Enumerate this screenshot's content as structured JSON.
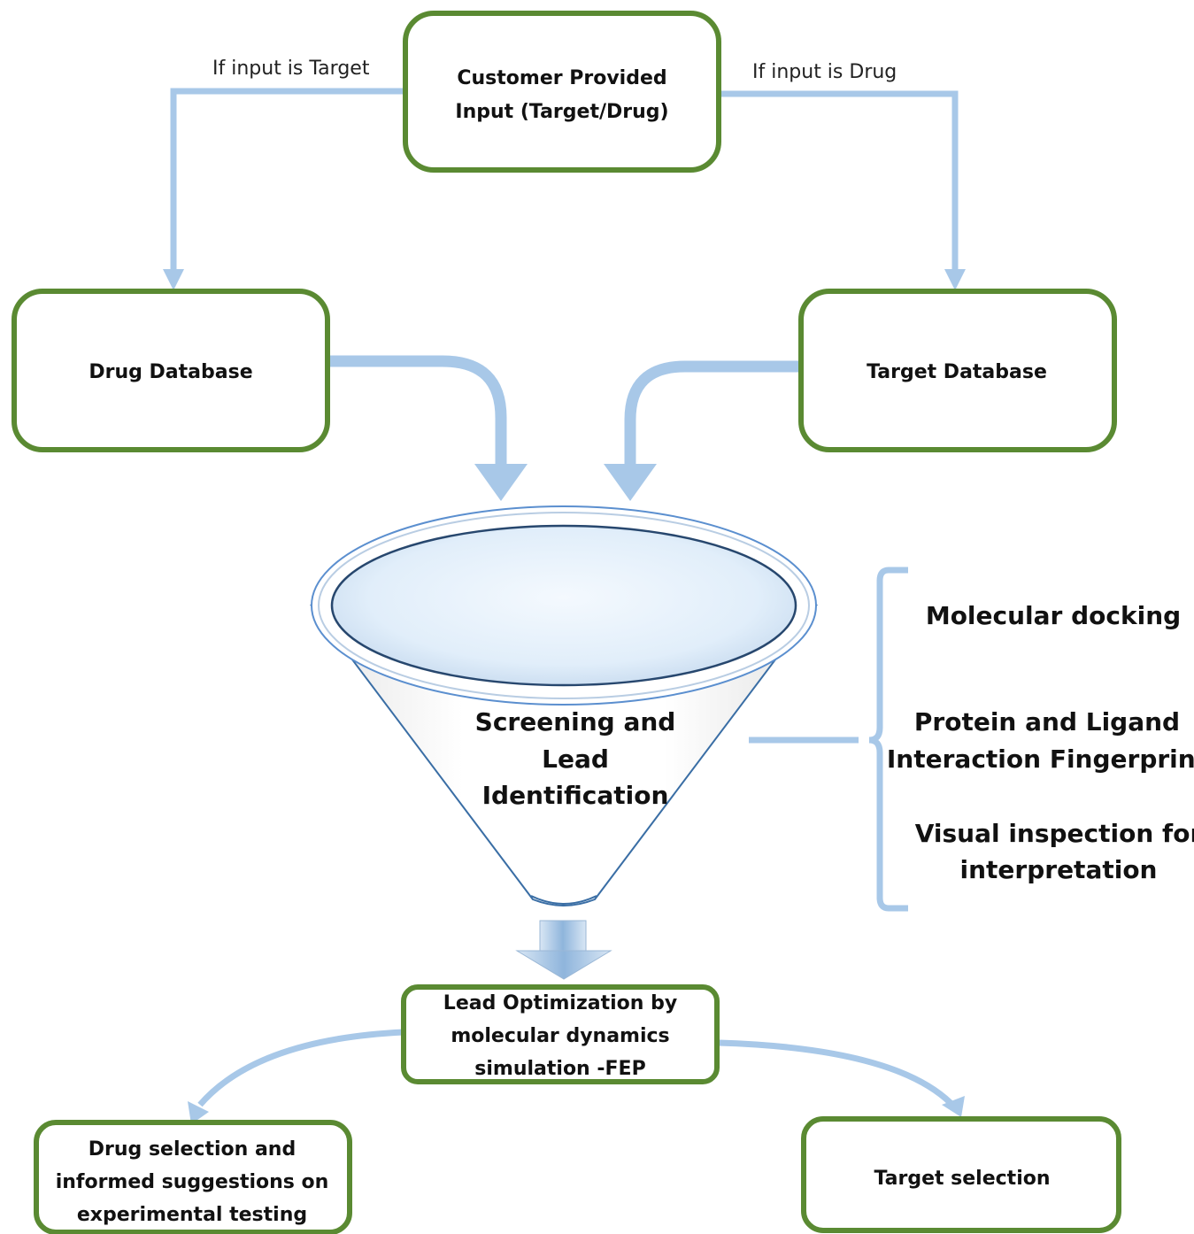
{
  "nodes": {
    "input": {
      "lines": [
        "Customer Provided",
        "Input (Target/Drug)"
      ]
    },
    "drug_db": {
      "lines": [
        "Drug Database"
      ]
    },
    "target_db": {
      "lines": [
        "Target Database"
      ]
    },
    "lead_opt": {
      "lines": [
        "Lead Optimization by",
        "molecular dynamics",
        "simulation  -FEP"
      ]
    },
    "drug_sel": {
      "lines": [
        "Drug selection and",
        "informed suggestions on",
        "experimental testing"
      ]
    },
    "target_sel": {
      "lines": [
        "Target selection"
      ]
    }
  },
  "edge_labels": {
    "if_target": "If input is Target",
    "if_drug": "If input is Drug"
  },
  "funnel": {
    "lines": [
      "Screening and",
      "Lead",
      "Identification"
    ]
  },
  "methods": {
    "docking": [
      "Molecular docking"
    ],
    "fingerprint": [
      "Protein and Ligand",
      "Interaction Fingerprint"
    ],
    "visual": [
      "Visual inspection for",
      "interpretation"
    ]
  },
  "colors": {
    "box_border": "#5a8a32",
    "arrow": "#a8c8e8",
    "funnel_outline": "#3a6ea5"
  }
}
